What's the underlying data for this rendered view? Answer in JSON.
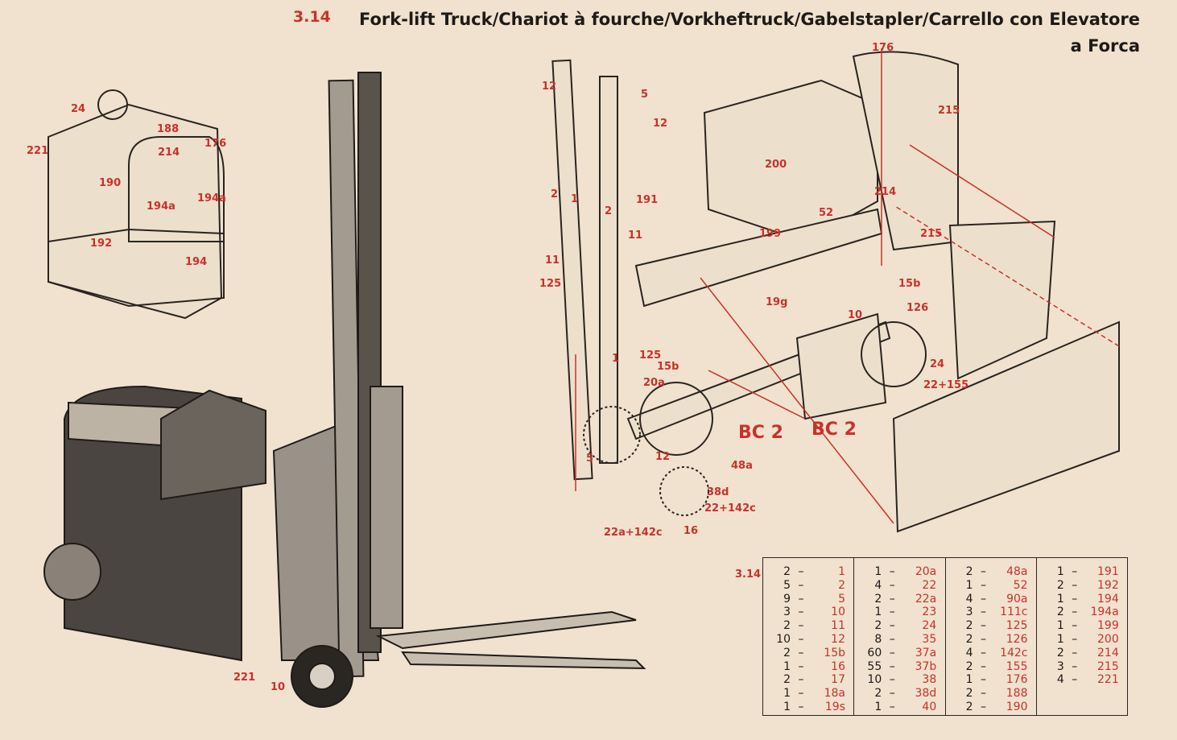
{
  "header": {
    "model_number": "3.14",
    "title": "Fork-lift Truck/Chariot à fourche/Vorkheftruck/Gabelstapler/Carrello con Elevatore a Forca"
  },
  "inset_labels": [
    "24",
    "188",
    "176",
    "221",
    "214",
    "190",
    "194a",
    "194a",
    "192",
    "194"
  ],
  "photo_labels": [
    "221",
    "10"
  ],
  "exploded_labels": [
    "176",
    "12",
    "5",
    "12",
    "215",
    "200",
    "2",
    "1",
    "2",
    "191",
    "214",
    "52",
    "11",
    "199",
    "215",
    "11",
    "125",
    "15b",
    "19g",
    "10",
    "126",
    "125",
    "15b",
    "1",
    "20a",
    "24",
    "22+155",
    "BC 2",
    "BC 2",
    "5",
    "12",
    "48a",
    "38d",
    "22+142c",
    "22a+142c",
    "16"
  ],
  "parts_table": {
    "label": "3.14",
    "columns": [
      [
        [
          "2",
          "1"
        ],
        [
          "5",
          "2"
        ],
        [
          "9",
          "5"
        ],
        [
          "3",
          "10"
        ],
        [
          "2",
          "11"
        ],
        [
          "10",
          "12"
        ],
        [
          "2",
          "15b"
        ],
        [
          "1",
          "16"
        ],
        [
          "2",
          "17"
        ],
        [
          "1",
          "18a"
        ],
        [
          "1",
          "19s"
        ]
      ],
      [
        [
          "1",
          "20a"
        ],
        [
          "4",
          "22"
        ],
        [
          "2",
          "22a"
        ],
        [
          "1",
          "23"
        ],
        [
          "2",
          "24"
        ],
        [
          "8",
          "35"
        ],
        [
          "60",
          "37a"
        ],
        [
          "55",
          "37b"
        ],
        [
          "10",
          "38"
        ],
        [
          "2",
          "38d"
        ],
        [
          "1",
          "40"
        ]
      ],
      [
        [
          "2",
          "48a"
        ],
        [
          "1",
          "52"
        ],
        [
          "4",
          "90a"
        ],
        [
          "3",
          "111c"
        ],
        [
          "2",
          "125"
        ],
        [
          "2",
          "126"
        ],
        [
          "4",
          "142c"
        ],
        [
          "2",
          "155"
        ],
        [
          "1",
          "176"
        ],
        [
          "2",
          "188"
        ],
        [
          "2",
          "190"
        ]
      ],
      [
        [
          "1",
          "191"
        ],
        [
          "2",
          "192"
        ],
        [
          "1",
          "194"
        ],
        [
          "2",
          "194a"
        ],
        [
          "1",
          "199"
        ],
        [
          "1",
          "200"
        ],
        [
          "2",
          "214"
        ],
        [
          "3",
          "215"
        ],
        [
          "4",
          "221"
        ]
      ]
    ]
  },
  "colors": {
    "background": "#f0e2cf",
    "accent": "#c8322b",
    "ink": "#1e1a17"
  }
}
